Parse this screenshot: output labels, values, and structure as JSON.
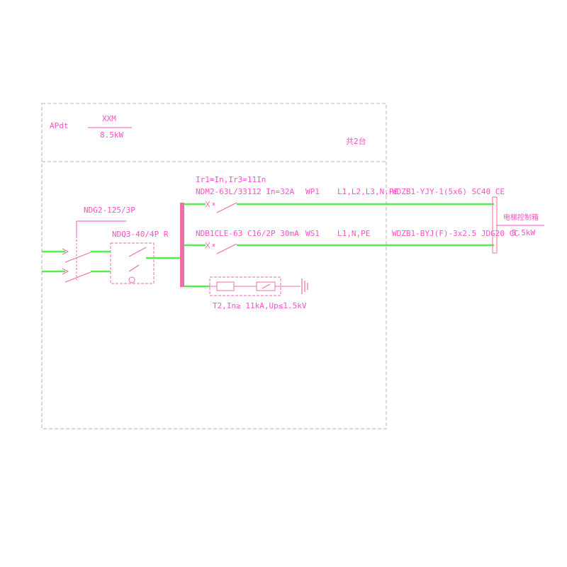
{
  "colors": {
    "background": "#ffffff",
    "frame": "#b4b4b4",
    "accent": "#ff4fc8",
    "wire": "#50f050",
    "symbol": "#f06ea8"
  },
  "panel": {
    "id_label": "APdt",
    "model": "XXM",
    "power": "8.5kW",
    "qty_note": "共2台"
  },
  "incoming": {
    "isolator_label": "NDG2-125/3P",
    "ats_label": "NDQ3-40/4P R"
  },
  "circuits": [
    {
      "setting": "Ir1=In,Ir3=11In",
      "breaker": "NDM2-63L/33112 In=32A",
      "circuit_id": "WP1",
      "phases": "L1,L2,L3,N,PE",
      "cable": "WDZB1-YJY-1(5x6) SC40 CE"
    },
    {
      "breaker": "NDB1CLE-63 C16/2P 30mA",
      "circuit_id": "WS1",
      "phases": "L1,N,PE",
      "cable": "WDZB1-BYJ(F)-3x2.5 JDG20 CC"
    }
  ],
  "spd": {
    "label": "T2,In≥ 11kA,Up≤1.5kV"
  },
  "load": {
    "name": "电梯控制箱",
    "power": "8.5kW"
  }
}
